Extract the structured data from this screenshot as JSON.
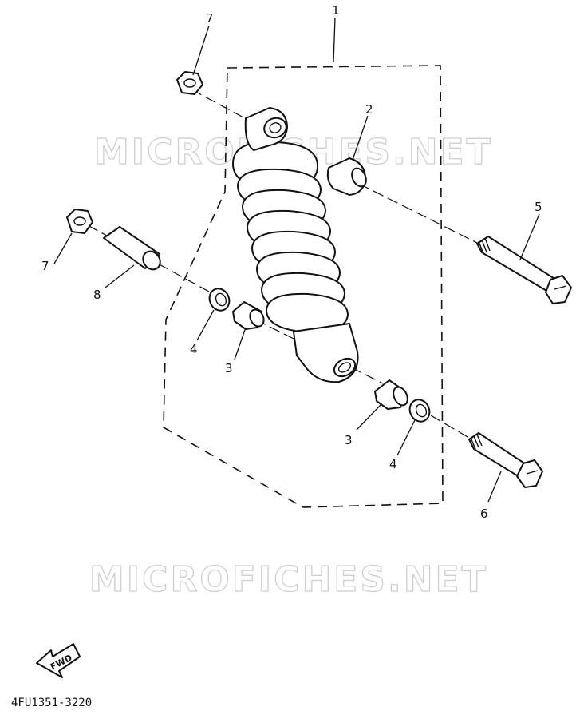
{
  "watermarks": [
    "MICROFICHES.NET",
    "MICROFICHES.NET"
  ],
  "callouts": [
    {
      "id": "ref-1",
      "text": "1"
    },
    {
      "id": "ref-2",
      "text": "2"
    },
    {
      "id": "ref-3a",
      "text": "3"
    },
    {
      "id": "ref-3b",
      "text": "3"
    },
    {
      "id": "ref-4a",
      "text": "4"
    },
    {
      "id": "ref-4b",
      "text": "4"
    },
    {
      "id": "ref-5",
      "text": "5"
    },
    {
      "id": "ref-6",
      "text": "6"
    },
    {
      "id": "ref-7a",
      "text": "7"
    },
    {
      "id": "ref-7b",
      "text": "7"
    },
    {
      "id": "ref-8",
      "text": "8"
    }
  ],
  "fwd_label": "FWD",
  "diagram_code": "4FU1351-3220"
}
